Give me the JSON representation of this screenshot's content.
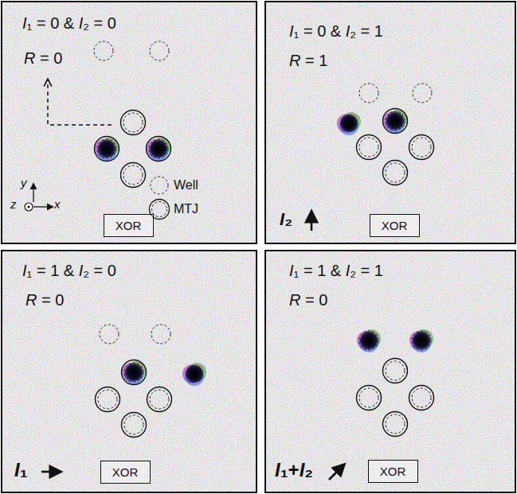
{
  "diagram": {
    "nodes": [
      {
        "text": [
          "XOR"
        ]
      },
      {
        "text": [
          "XOR"
        ]
      },
      {
        "text": [
          "XOR"
        ]
      },
      {
        "text": [
          "XOR"
        ]
      }
    ],
    "labels": [
      "I₁ = 0 & I₂ = 0",
      "R = 0",
      "y",
      "x",
      "z",
      "I₁ = 0 & I₂ = 1",
      "R = 1",
      "I₂",
      "I₁ = 1 & I₂ = 0",
      "R = 0",
      "I₁",
      "I₁ = 1 & I₂ = 1",
      "R = 0",
      "I₁+I₂"
    ],
    "legend": [
      {
        "text": "Well"
      },
      {
        "text": "MTJ"
      }
    ]
  }
}
